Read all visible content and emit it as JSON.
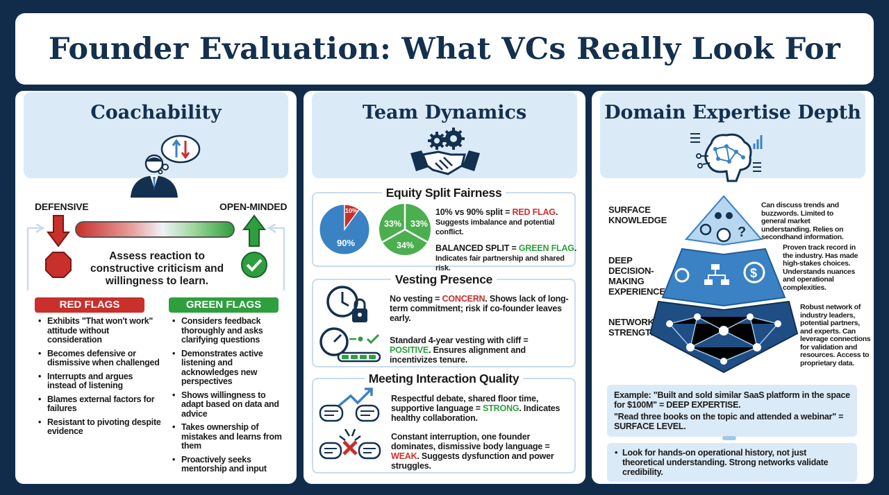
{
  "title": "Founder Evaluation: What VCs Really Look For",
  "coachability": {
    "heading": "Coachability",
    "defensive_label": "DEFENSIVE",
    "open_label": "OPEN-MINDED",
    "assess_text": "Assess reaction to constructive criticism and willingness to learn.",
    "red_flags_label": "RED FLAGS",
    "green_flags_label": "GREEN FLAGS",
    "red_flags": [
      "Exhibits \"That won't work\" attitude without consideration",
      "Becomes defensive or dismissive when challenged",
      "Interrupts and argues instead of listening",
      "Blames external factors for failures",
      "Resistant to pivoting despite evidence"
    ],
    "green_flags": [
      "Considers feedback thoroughly and asks clarifying questions",
      "Demonstrates active listening and acknowledges new perspectives",
      "Shows willingness to adapt based on data and advice",
      "Takes ownership of mistakes and learns from them",
      "Proactively seeks mentorship and input"
    ]
  },
  "team": {
    "heading": "Team Dynamics",
    "equity": {
      "title": "Equity Split Fairness",
      "pie1_small": "10%",
      "pie1_big": "90%",
      "pie2_a": "33%",
      "pie2_b": "33%",
      "pie2_c": "34%",
      "bad_pre": "10% vs 90% split = ",
      "bad_flag": "RED FLAG",
      "bad_post": ".",
      "bad_desc": "Suggests imbalance and potential conflict.",
      "good_pre": "BALANCED SPLIT = ",
      "good_flag": "GREEN FLAG",
      "good_post": ".",
      "good_desc": "Indicates fair partnership and shared risk."
    },
    "vesting": {
      "title": "Vesting Presence",
      "no_pre": "No vesting = ",
      "no_flag": "CONCERN",
      "no_rest": ". Shows lack of long-term commitment; risk if co-founder leaves early.",
      "std_pre": "Standard 4-year vesting with cliff = ",
      "std_flag": "POSITIVE",
      "std_rest": ". Ensures alignment and incentivizes tenure."
    },
    "meeting": {
      "title": "Meeting Interaction Quality",
      "strong_pre": "Respectful debate, shared floor time, supportive language = ",
      "strong_flag": "STRONG",
      "strong_rest": ". Indicates healthy collaboration.",
      "weak_pre": "Constant interruption, one founder dominates, dismissive body language = ",
      "weak_flag": "WEAK",
      "weak_rest": ". Suggests dysfunction and power struggles."
    }
  },
  "domain": {
    "heading": "Domain Expertise Depth",
    "levels": [
      {
        "label": "SURFACE KNOWLEDGE",
        "desc": "Can discuss trends and buzzwords. Limited to general market understanding. Relies on secondhand information."
      },
      {
        "label": "DEEP DECISION-MAKING EXPERIENCE",
        "desc": "Proven track record in the industry. Has made high-stakes choices. Understands nuances and operational complexities."
      },
      {
        "label": "NETWORK STRENGTH",
        "desc": "Robust network of industry leaders, potential partners, and experts. Can leverage connections for validation and resources. Access to proprietary data."
      }
    ],
    "example1": "Example: \"Built and sold similar SaaS platform in the space for $100M\" = DEEP EXPERTISE.",
    "example2": "\"Read three books on the topic and attended a webinar\" = SURFACE LEVEL.",
    "tip": "Look for hands-on operational history, not just theoretical understanding. Strong networks validate credibility."
  },
  "colors": {
    "navy": "#13304f",
    "red": "#c9302c",
    "green": "#2e9e3e",
    "blue": "#3b82c4",
    "light_blue": "#dbeaf7"
  }
}
